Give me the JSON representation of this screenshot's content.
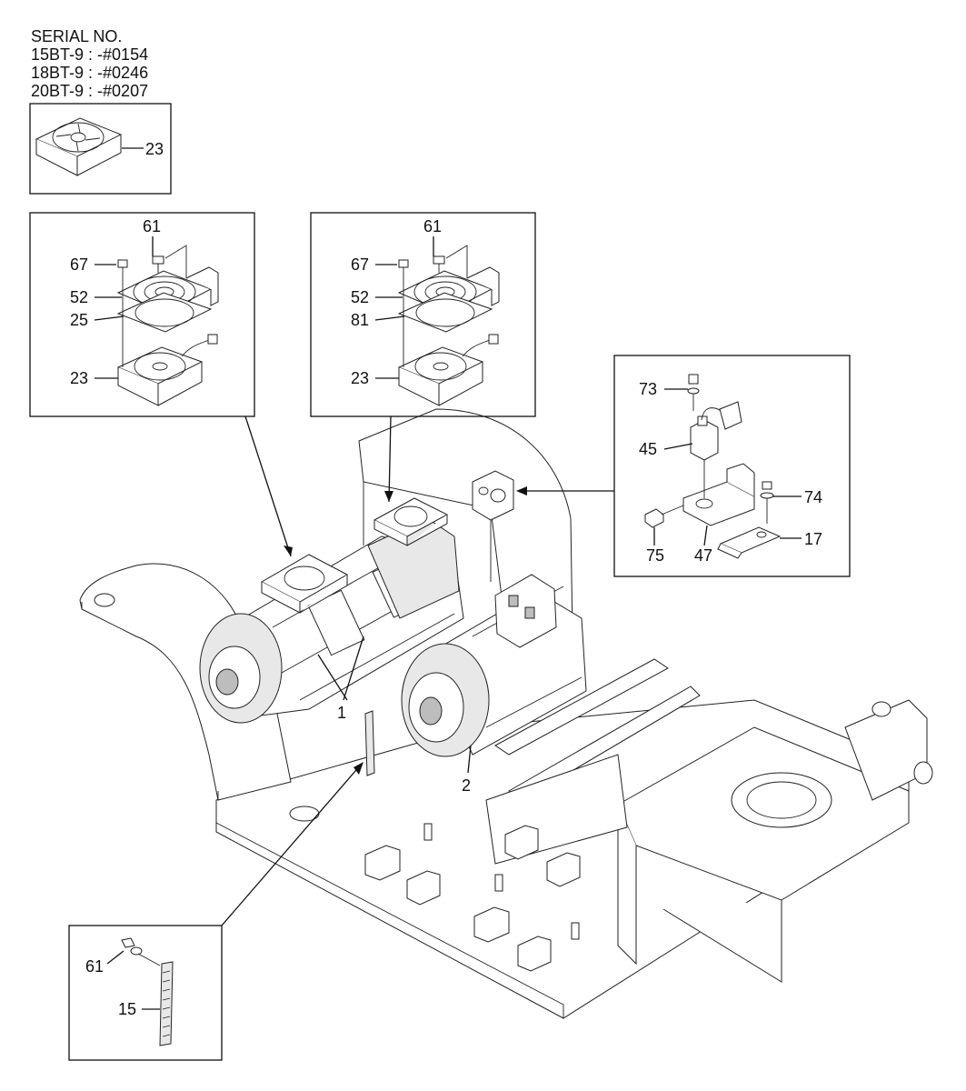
{
  "serial": {
    "heading": "SERIAL NO.",
    "lines": [
      "15BT-9 : -#0154",
      "18BT-9 : -#0246",
      "20BT-9 : -#0207"
    ]
  },
  "callouts": {
    "box1_fan": "23",
    "box2_screw": "61",
    "box2_bolt": "67",
    "box2_guard": "52",
    "box2_filter": "25",
    "box2_fan": "23",
    "box3_screw": "61",
    "box3_bolt": "67",
    "box3_guard": "52",
    "box3_filter": "81",
    "box3_fan": "23",
    "box4_bolt": "73",
    "box4_switch": "45",
    "box4_bolt2": "74",
    "box4_screw": "75",
    "box4_bracket": "47",
    "box4_plate": "17",
    "main_motor1": "1",
    "main_motor2": "2",
    "box5_screw": "61",
    "box5_strap": "15"
  }
}
